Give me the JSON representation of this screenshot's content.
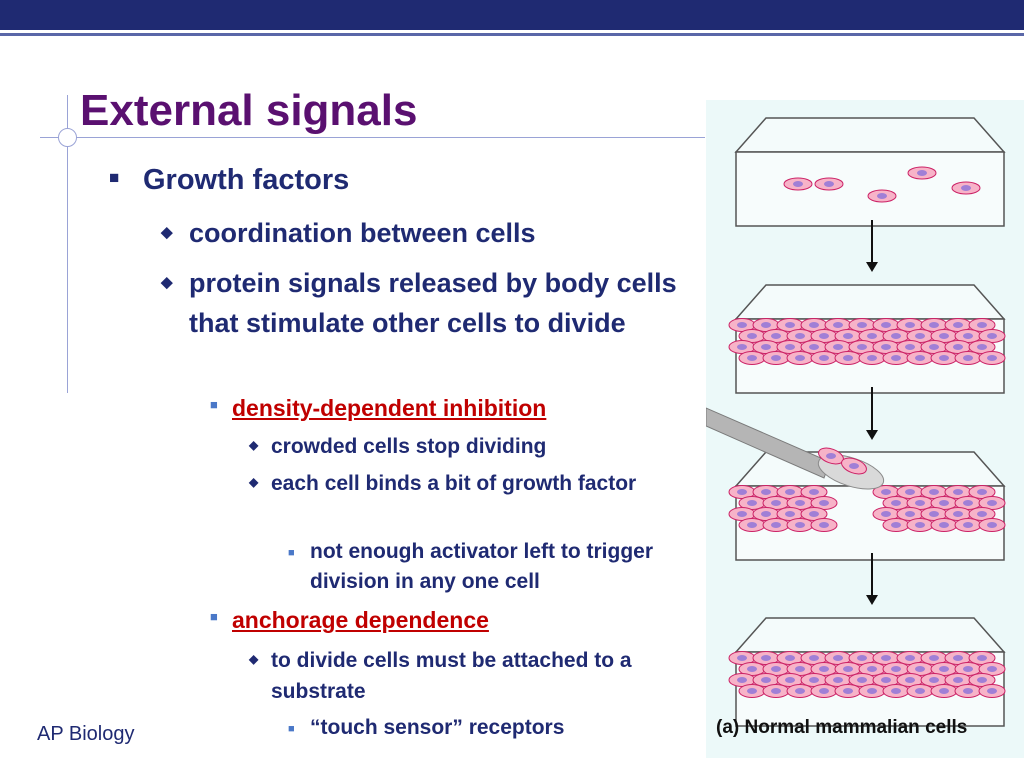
{
  "slide": {
    "title": "External signals",
    "footer": "AP Biology",
    "bullets": {
      "b1": "Growth factors",
      "b1a": "coordination between cells",
      "b1b": "protein signals released by body cells that stimulate other cells to divide",
      "b2": "density-dependent inhibition",
      "b2a": "crowded cells stop dividing",
      "b2b": "each cell binds a bit of growth factor",
      "b2b1": "not enough activator left to trigger division in any one cell",
      "b3": "anchorage dependence",
      "b3a": "to divide cells must be attached to a substrate",
      "b3a1": "“touch sensor” receptors"
    },
    "figure": {
      "caption": "(a) Normal mammalian cells"
    }
  },
  "colors": {
    "topbar": "#1f2a72",
    "title": "#5a1070",
    "text": "#1f2a72",
    "highlight": "#c00000",
    "cell_fill": "#f7b3c8",
    "cell_border": "#cc2266",
    "nucleus": "#a07fd6",
    "figure_background": "#ecf9f9"
  }
}
